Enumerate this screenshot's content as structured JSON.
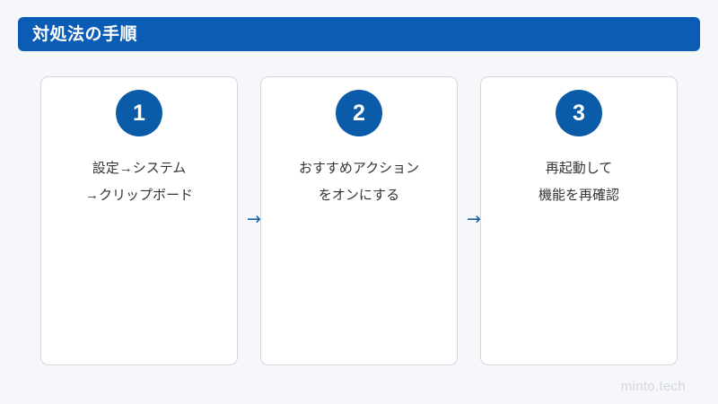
{
  "theme": {
    "background_color": "#f6f7fb",
    "accent_color": "#0b5cb5",
    "badge_color": "#0b5ca8",
    "card_background": "#ffffff",
    "card_border_color": "#d5d7de",
    "body_text_color": "#333333",
    "arrow_color": "#18609e",
    "watermark_color": "#d4d6dd"
  },
  "header": {
    "title": "対処法の手順"
  },
  "steps": [
    {
      "number": "1",
      "text": "設定→システム\n→クリップボード"
    },
    {
      "number": "2",
      "text": "おすすめアクション\nをオンにする"
    },
    {
      "number": "3",
      "text": "再起動して\n機能を再確認"
    }
  ],
  "connectors": [
    {
      "glyph": "→"
    },
    {
      "glyph": "→"
    }
  ],
  "watermark": {
    "text": "minto.tech"
  }
}
